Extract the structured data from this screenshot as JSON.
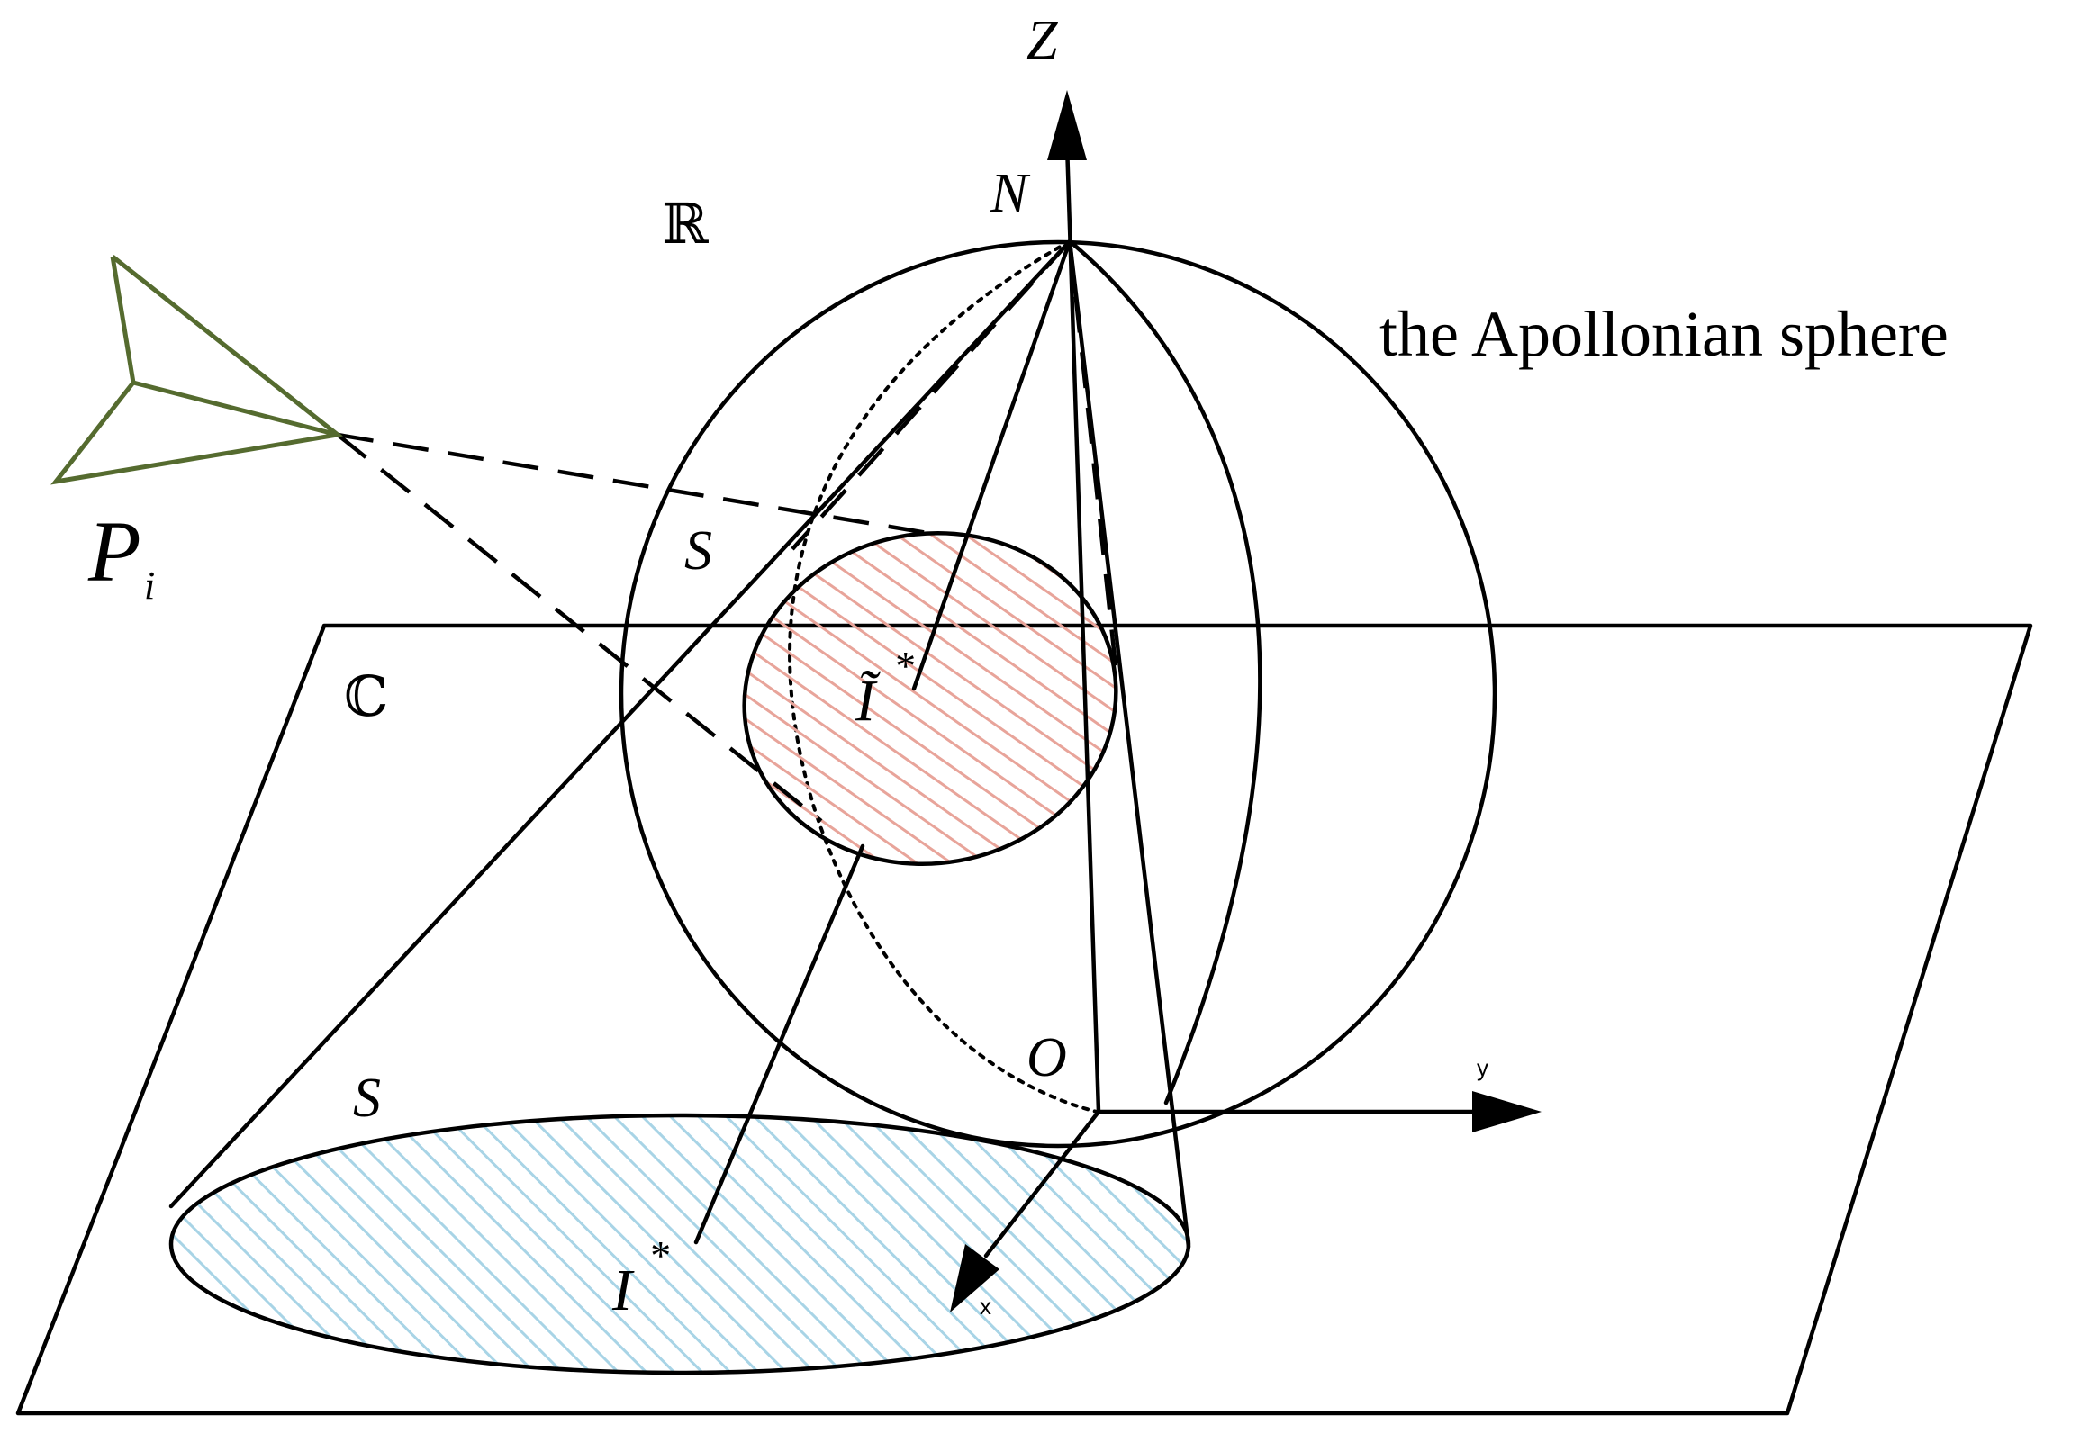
{
  "labels": {
    "z_axis": "Z",
    "north": "N",
    "reals": "ℝ",
    "sphere_name": "the Apollonian sphere",
    "viewpoint": "P",
    "viewpoint_sub": "i",
    "s_upper": "S",
    "s_lower": "S",
    "complex_plane": "ℂ",
    "image_tilde": "Ĩ",
    "image_tilde_sup": "*",
    "image": "I",
    "image_sup": "*",
    "origin": "O",
    "y_axis": "y",
    "x_axis": "x"
  },
  "colors": {
    "line": "#000000",
    "viewpoint_marker": "#556b2f",
    "upper_region_hatch": "#e8a49a",
    "lower_region_hatch": "#a8d4e6"
  }
}
